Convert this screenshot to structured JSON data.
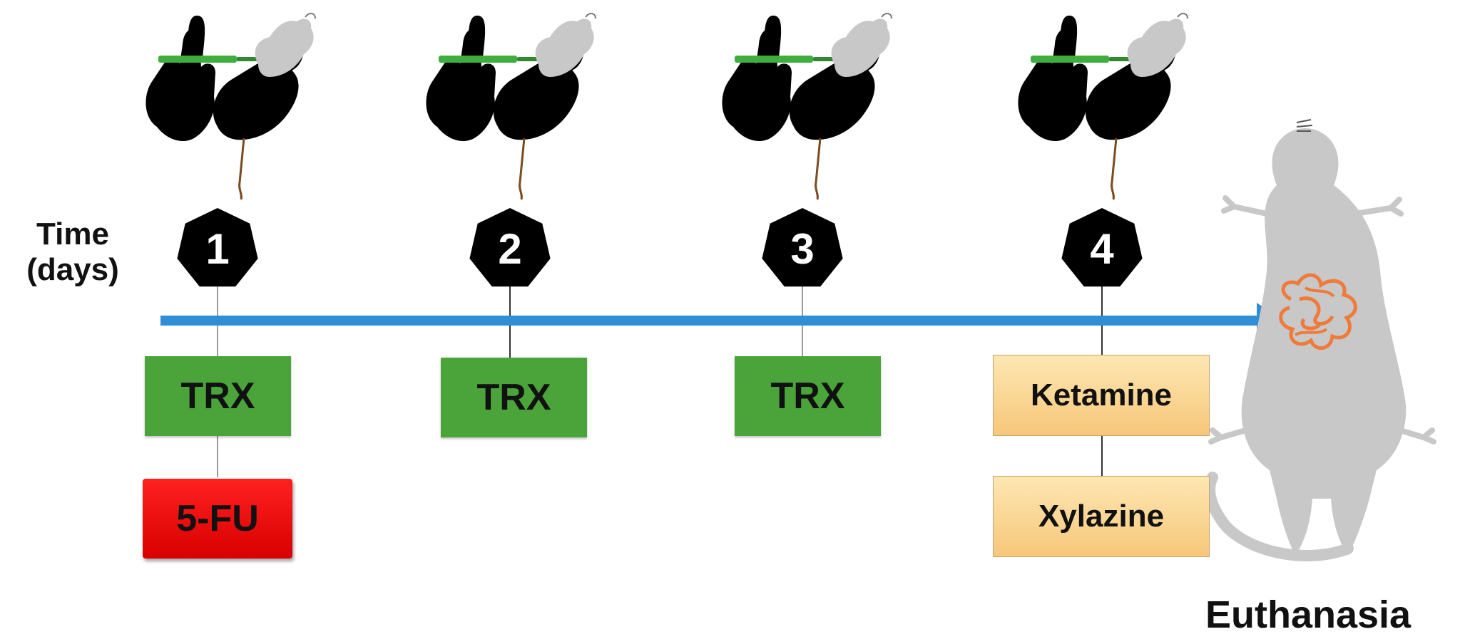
{
  "timeline": {
    "axis_label": "Time\n(days)",
    "arrow_color": "#2e8fd6",
    "days": [
      {
        "number": "1",
        "treatments": [
          "TRX",
          "5-FU"
        ]
      },
      {
        "number": "2",
        "treatments": [
          "TRX"
        ]
      },
      {
        "number": "3",
        "treatments": [
          "TRX"
        ]
      },
      {
        "number": "4",
        "treatments": [
          "Ketamine",
          "Xylazine"
        ]
      }
    ]
  },
  "endpoint": {
    "label": "Euthanasia"
  },
  "colors": {
    "trx": "#4aa43a",
    "five_fu": "#e00000",
    "anesthesia": "#f8d38f",
    "marker": "#000000",
    "mouse": "#c8c8c8",
    "intestine": "#f07a3a",
    "syringe": "#3fae3f"
  },
  "icons": {
    "injection": "hand-injecting-mouse-icon",
    "marker": "heptagon-day-marker",
    "endpoint": "mouse-with-intestine-icon"
  }
}
